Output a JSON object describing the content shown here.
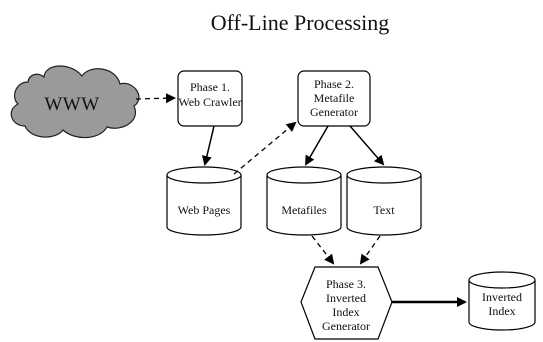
{
  "diagram": {
    "title": "Off-Line Processing",
    "nodes": {
      "www": {
        "label": "WWW"
      },
      "phase1": {
        "line1": "Phase 1.",
        "line2": "Web Crawler"
      },
      "phase2": {
        "line1": "Phase 2.",
        "line2": "Metafile",
        "line3": "Generator"
      },
      "web_pages": {
        "label": "Web Pages"
      },
      "metafiles": {
        "label": "Metafiles"
      },
      "text": {
        "label": "Text"
      },
      "phase3": {
        "line1": "Phase 3.",
        "line2": "Inverted",
        "line3": "Index",
        "line4": "Generator"
      },
      "inverted_index": {
        "line1": "Inverted",
        "line2": "Index"
      }
    },
    "edges": [
      {
        "from": "www",
        "to": "phase1",
        "style": "dashed"
      },
      {
        "from": "phase1",
        "to": "web_pages",
        "style": "solid"
      },
      {
        "from": "web_pages",
        "to": "phase2",
        "style": "dashed"
      },
      {
        "from": "phase2",
        "to": "metafiles",
        "style": "solid"
      },
      {
        "from": "phase2",
        "to": "text",
        "style": "solid"
      },
      {
        "from": "metafiles",
        "to": "phase3",
        "style": "dashed"
      },
      {
        "from": "text",
        "to": "phase3",
        "style": "dashed"
      },
      {
        "from": "phase3",
        "to": "inverted_index",
        "style": "solid-thick"
      }
    ]
  }
}
